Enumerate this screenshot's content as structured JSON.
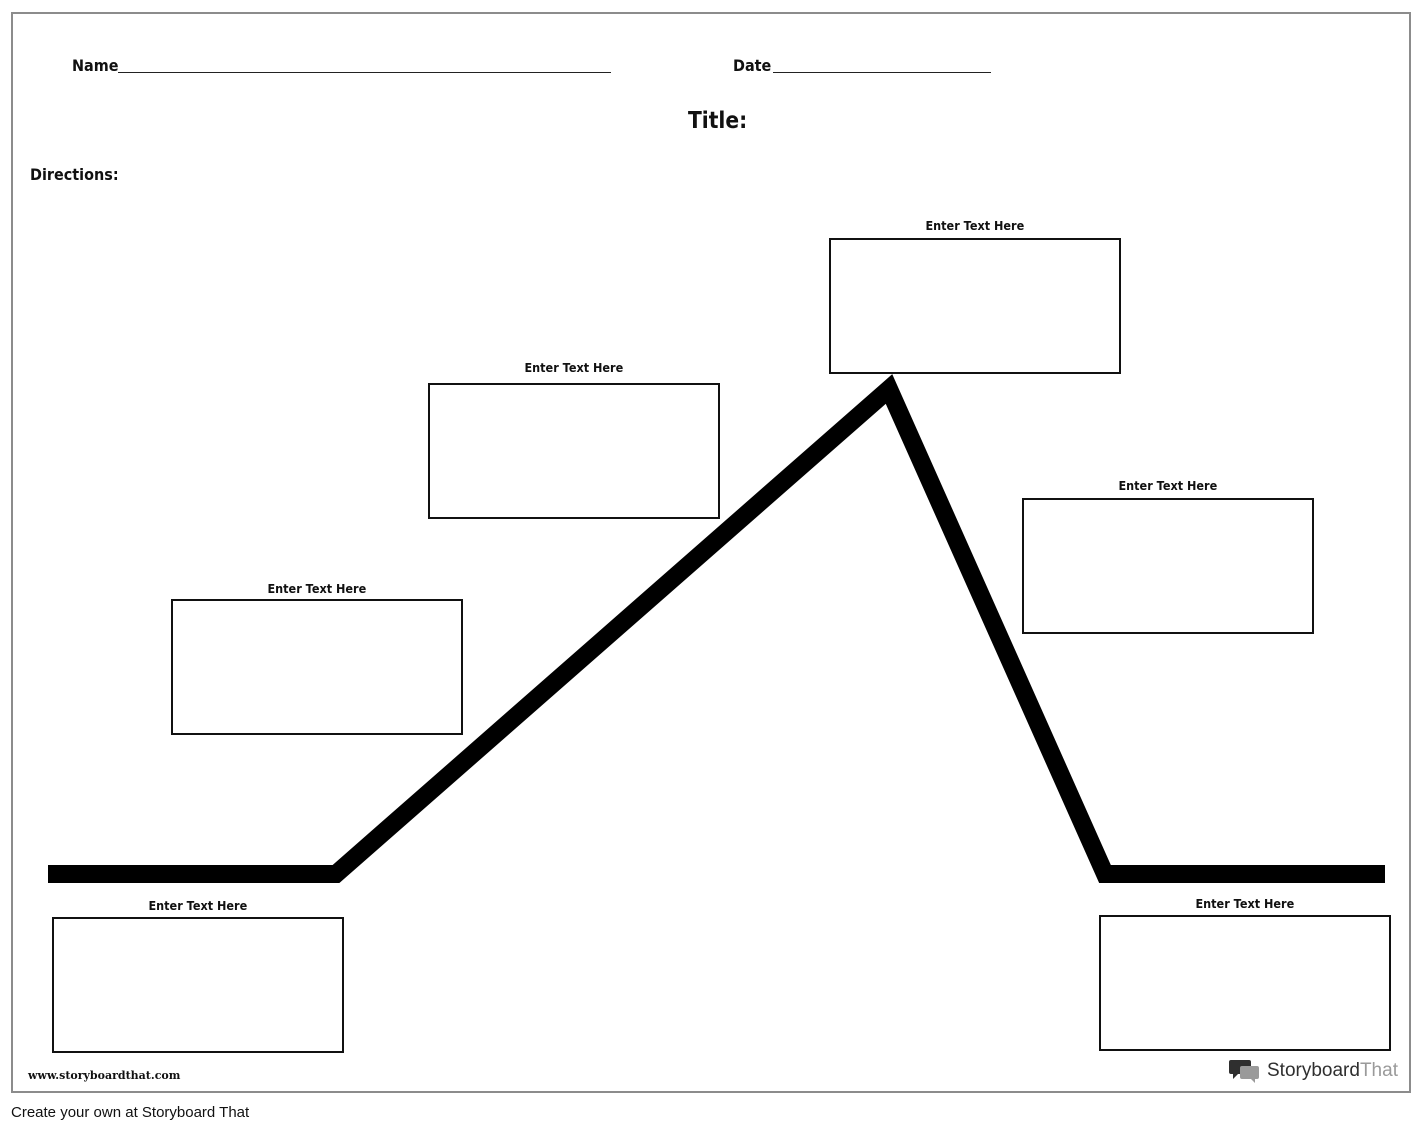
{
  "header": {
    "name_label": "Name",
    "date_label": "Date",
    "title_label": "Title:",
    "directions_label": "Directions:"
  },
  "boxes": [
    {
      "label": "Enter Text Here"
    },
    {
      "label": "Enter Text Here"
    },
    {
      "label": "Enter Text Here"
    },
    {
      "label": "Enter Text Here"
    },
    {
      "label": "Enter Text Here"
    },
    {
      "label": "Enter Text Here"
    }
  ],
  "brand": {
    "site_url": "www.storyboardthat.com",
    "logo_part1": "Storyboard",
    "logo_part2": "That",
    "logo_icon": "chat-bubbles-icon"
  },
  "footer": {
    "text": "Create your own at Storyboard That"
  }
}
